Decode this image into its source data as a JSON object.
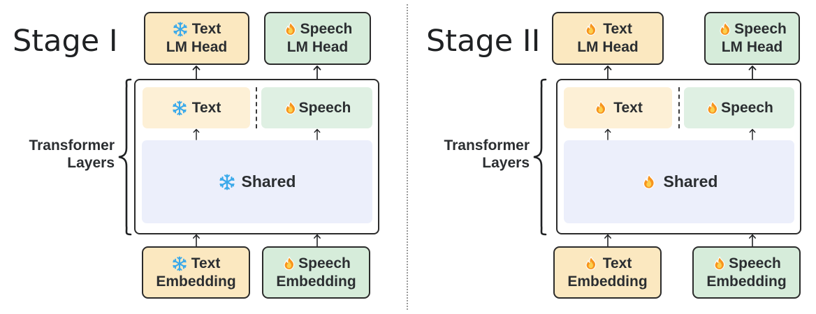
{
  "figure": {
    "title": "",
    "panel_divider": "vertical-dotted-line",
    "colors": {
      "text_fill": "#fbe8c0",
      "text_block_fill": "#fdf0d6",
      "speech_fill": "#d6ecda",
      "speech_block_fill": "#dff0e3",
      "shared_fill": "#eceffb",
      "border": "#2b2b2b",
      "ink": "#2b2e31",
      "snowflake": "#3aa9ea",
      "flame": "#f79423"
    }
  },
  "panels": [
    {
      "id": "stage-1",
      "title": "Stage I",
      "brace_label_lines": [
        "Transformer",
        "Layers"
      ],
      "heads": [
        {
          "id": "text-lm-head",
          "icon": "snowflake-icon",
          "state": "frozen",
          "line1": "Text",
          "line2": "LM Head",
          "kind": "text"
        },
        {
          "id": "speech-lm-head",
          "icon": "flame-icon",
          "state": "trainable",
          "line1": "Speech",
          "line2": "LM Head",
          "kind": "speech"
        }
      ],
      "layers": [
        {
          "id": "text-layer",
          "icon": "snowflake-icon",
          "state": "frozen",
          "label": "Text",
          "kind": "text"
        },
        {
          "id": "speech-layer",
          "icon": "flame-icon",
          "state": "trainable",
          "label": "Speech",
          "kind": "speech"
        }
      ],
      "shared": {
        "id": "shared-layer",
        "icon": "snowflake-icon",
        "state": "frozen",
        "label": "Shared"
      },
      "embeddings": [
        {
          "id": "text-embedding",
          "icon": "snowflake-icon",
          "state": "frozen",
          "line1": "Text",
          "line2": "Embedding",
          "kind": "text"
        },
        {
          "id": "speech-embedding",
          "icon": "flame-icon",
          "state": "trainable",
          "line1": "Speech",
          "line2": "Embedding",
          "kind": "speech"
        }
      ]
    },
    {
      "id": "stage-2",
      "title": "Stage II",
      "brace_label_lines": [
        "Transformer",
        "Layers"
      ],
      "heads": [
        {
          "id": "text-lm-head",
          "icon": "flame-icon",
          "state": "trainable",
          "line1": "Text",
          "line2": "LM Head",
          "kind": "text"
        },
        {
          "id": "speech-lm-head",
          "icon": "flame-icon",
          "state": "trainable",
          "line1": "Speech",
          "line2": "LM Head",
          "kind": "speech"
        }
      ],
      "layers": [
        {
          "id": "text-layer",
          "icon": "flame-icon",
          "state": "trainable",
          "label": "Text",
          "kind": "text"
        },
        {
          "id": "speech-layer",
          "icon": "flame-icon",
          "state": "trainable",
          "label": "Speech",
          "kind": "speech"
        }
      ],
      "shared": {
        "id": "shared-layer",
        "icon": "flame-icon",
        "state": "trainable",
        "label": "Shared"
      },
      "embeddings": [
        {
          "id": "text-embedding",
          "icon": "flame-icon",
          "state": "trainable",
          "line1": "Text",
          "line2": "Embedding",
          "kind": "text"
        },
        {
          "id": "speech-embedding",
          "icon": "flame-icon",
          "state": "trainable",
          "line1": "Speech",
          "line2": "Embedding",
          "kind": "speech"
        }
      ]
    }
  ]
}
